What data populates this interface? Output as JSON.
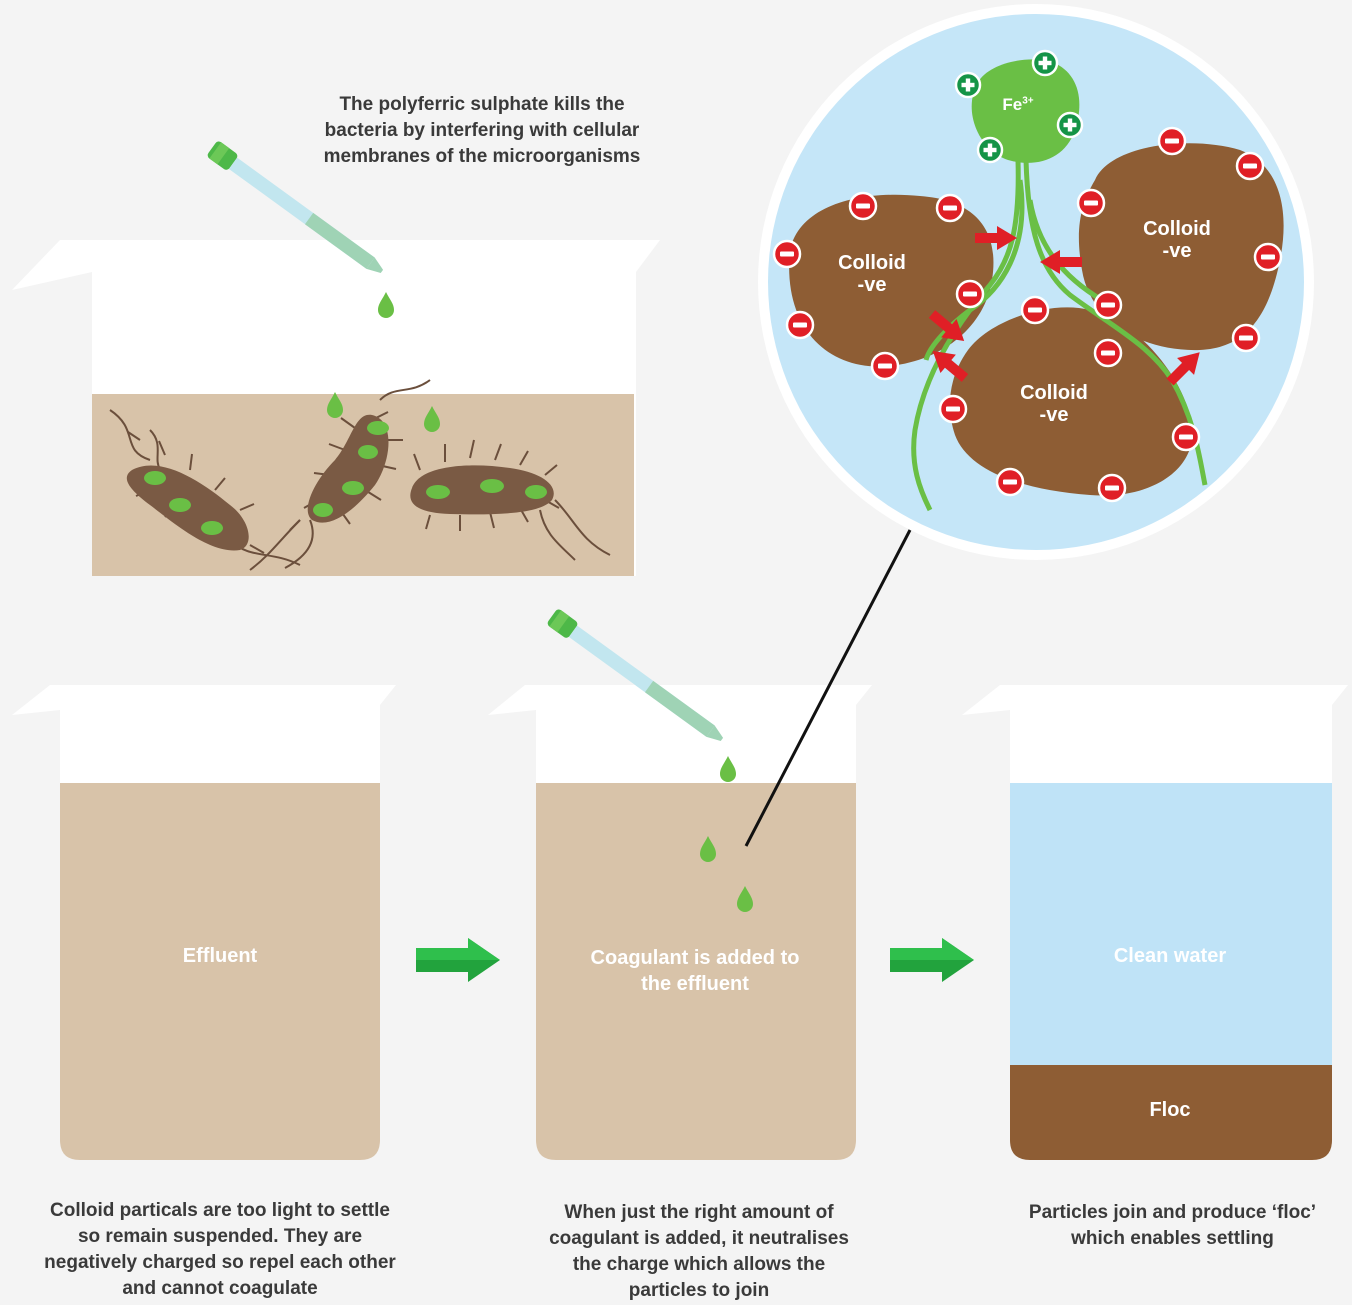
{
  "captions": {
    "bacteria": "The polyferric sulphate kills the bacteria by interfering with cellular membranes of the microorganisms",
    "step1": "Colloid particals are too light to settle so remain suspended. They are negatively charged so repel each other and cannot coagulate",
    "step2": "When just the right amount of coagulant is added, it neutralises the charge which allows the particles to join",
    "step3": "Particles join and produce ‘floc’ which enables settling"
  },
  "beakers": {
    "effluent": "Effluent",
    "coagulant": "Coagulant is added to the effluent",
    "clean_water": "Clean water",
    "floc": "Floc"
  },
  "zoom": {
    "ion": "Fe",
    "ion_charge": "3+",
    "colloid": "Colloid",
    "charge": "-ve"
  },
  "colors": {
    "background": "#f4f4f4",
    "effluent": "#d8c3a9",
    "clean_water": "#bfe3f7",
    "floc": "#8e5d34",
    "colloid": "#8e5d34",
    "coagulant": "#6abf45",
    "arrow": "#22a33d",
    "negative": "#e01f26",
    "zoom_bg": "#c5e6f8"
  },
  "icons": [
    "pipette-icon",
    "droplet-icon",
    "bacteria-icon",
    "plus-icon",
    "minus-icon",
    "arrow-right-icon"
  ]
}
